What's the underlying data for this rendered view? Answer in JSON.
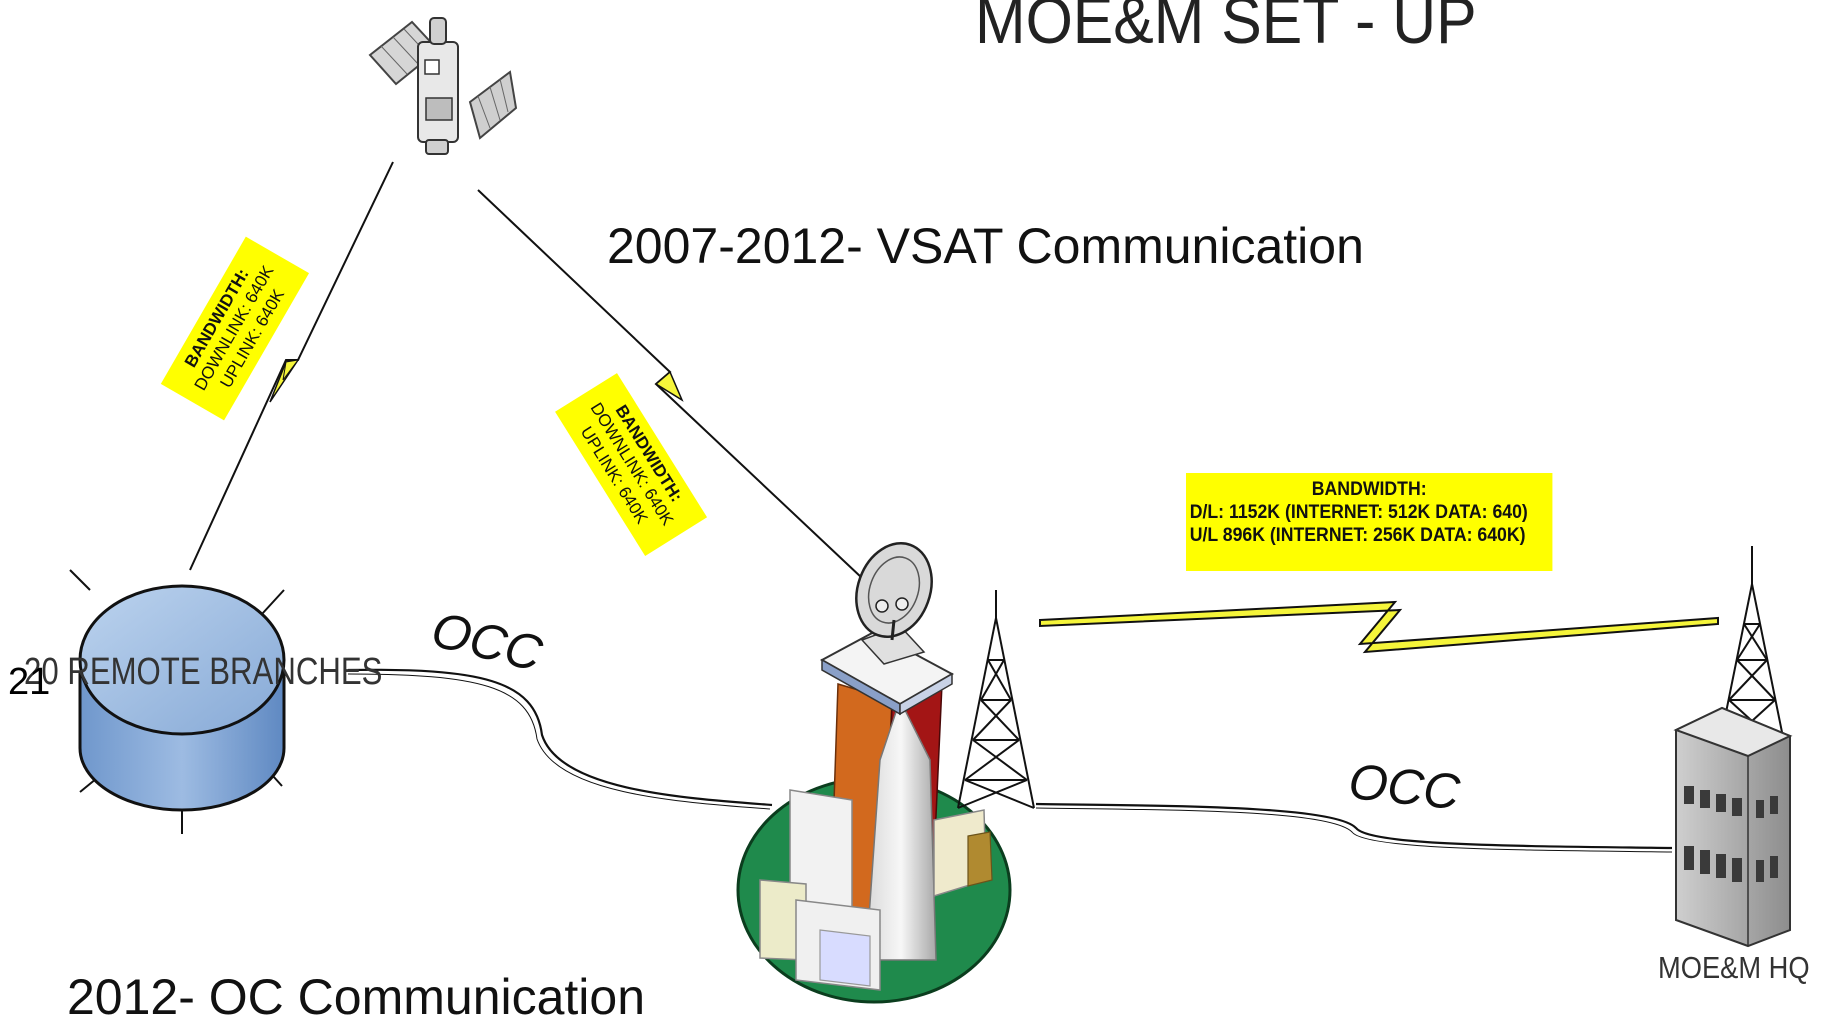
{
  "title": "MOE&M SET - UP",
  "vsat_period_label": "2007-2012- VSAT Communication",
  "oc_period_label": "2012- OC Communication",
  "occ_left_label": "OCC",
  "occ_right_label": "OCC",
  "bandwidth_left": {
    "header": "BANDWIDTH:",
    "downlink": "DOWNLINK: 640K",
    "uplink": "UPLINK: 640K"
  },
  "bandwidth_mid": {
    "header": "BANDWIDTH:",
    "downlink": "DOWNLINK: 640K",
    "uplink": "UPLINK: 640K"
  },
  "bandwidth_right": {
    "header": "BANDWIDTH:",
    "downlink": "D/L: 1152K (INTERNET: 512K DATA: 640)",
    "uplink": "U/L 896K (INTERNET: 256K DATA: 640K)"
  },
  "remote_branches_label": "20 REMOTE BRANCHES",
  "remote_branches_count_overlay": "21",
  "hq_label": "MOE&M HQ",
  "colors": {
    "bandwidth_highlight": "#ffff00",
    "lightning": "#f5f53a",
    "branches_cylinder": "#8fb3dd",
    "campus_ground": "#1f8a4c",
    "tower_orange": "#d2691e",
    "tower_red": "#a31515"
  },
  "icons": [
    "satellite-icon",
    "database-cylinder-icon",
    "campus-building-icon",
    "satellite-dish-icon",
    "radio-tower-icon",
    "hq-building-icon",
    "lightning-link-icon"
  ]
}
